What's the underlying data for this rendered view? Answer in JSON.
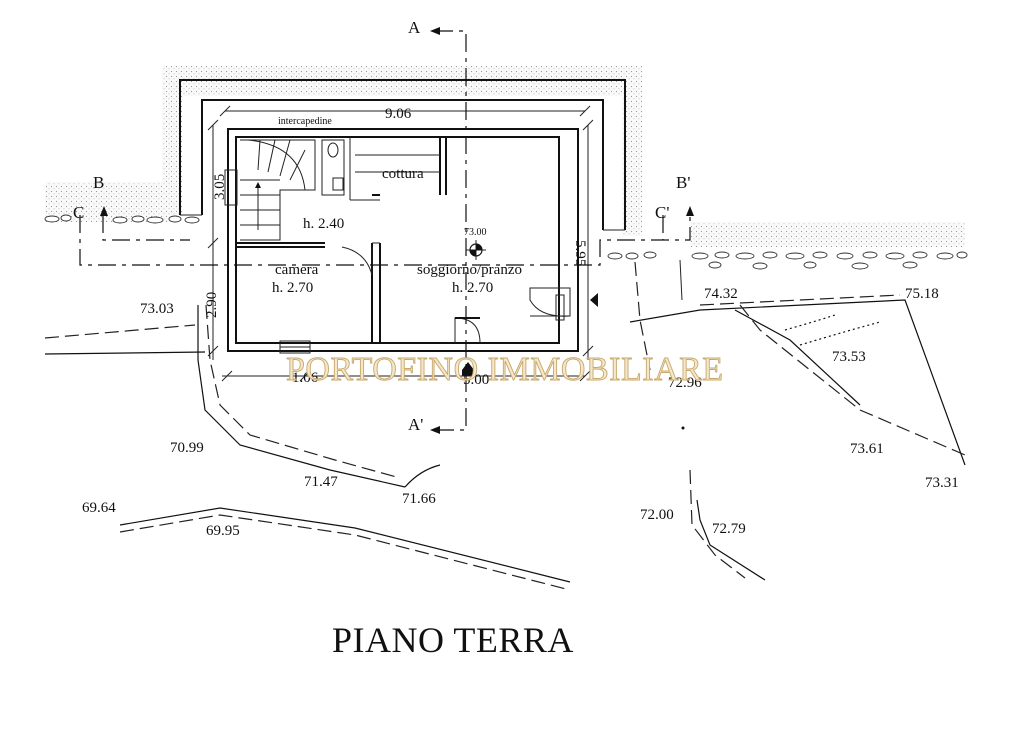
{
  "plan": {
    "title": "PIANO TERRA",
    "watermark": "PORTOFINO IMMOBILIARE",
    "rooms": {
      "intercapedine": "intercapedine",
      "cottura": "cottura",
      "stair_height": "h. 2.40",
      "camera": "camera",
      "camera_height": "h. 2.70",
      "soggiorno": "soggiorno/pranzo",
      "soggiorno_height": "h. 2.70"
    },
    "dimensions": {
      "width_top": "9.06",
      "left_upper": "3.05",
      "left_lower": "2.90",
      "right_side": "5.95",
      "bottom_left": "1.06",
      "bottom_right": "5.00"
    },
    "sections": {
      "a_top": "A",
      "a_bottom": "A'",
      "b_left": "B",
      "b_right": "B'",
      "c_left": "C",
      "c_right": "C'"
    },
    "elevations": {
      "center": "73.00",
      "e73_03": "73.03",
      "e74_32": "74.32",
      "e75_18": "75.18",
      "e73_53": "73.53",
      "e72_96": "72.96",
      "e73_61": "73.61",
      "e73_31": "73.31",
      "e70_99": "70.99",
      "e71_47": "71.47",
      "e71_66": "71.66",
      "e69_64": "69.64",
      "e69_95": "69.95",
      "e72_00": "72.00",
      "e72_79": "72.79"
    }
  }
}
